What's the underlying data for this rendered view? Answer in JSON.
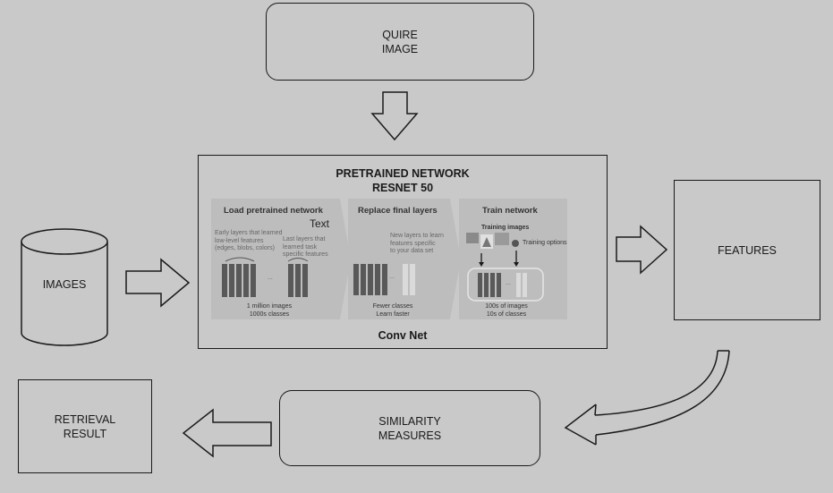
{
  "query": {
    "label": "QUIRE\nIMAGE"
  },
  "images": {
    "label": "IMAGES"
  },
  "pretrained": {
    "title": "PRETRAINED NETWORK",
    "subtitle": "RESNET 50",
    "footer": "Conv Net"
  },
  "panels": {
    "load": {
      "title": "Load pretrained network",
      "overlay_text": "Text",
      "early_layers": "Early layers that learned\nlow-level features\n(edges, blobs, colors)",
      "last_layers": "Last layers that\nlearned task\nspecific features",
      "ellipsis": "...",
      "caption": "1 million images\n1000s classes"
    },
    "replace": {
      "title": "Replace final layers",
      "new_layers": "New layers to learn\nfeatures specific\nto your data set",
      "ellipsis": "...",
      "caption": "Fewer classes\nLearn faster"
    },
    "train": {
      "title": "Train network",
      "training_images": "Training images",
      "training_options": "Training options",
      "ellipsis": "...",
      "caption": "100s of images\n10s of classes"
    }
  },
  "features": {
    "label": "FEATURES"
  },
  "similarity": {
    "label": "SIMILARITY\nMEASURES"
  },
  "retrieval": {
    "label": "RETRIEVAL\nRESULT"
  },
  "colors": {
    "background": "#c9c9c9",
    "stroke": "#1a1a1a",
    "panel": "#bdbdbd"
  }
}
